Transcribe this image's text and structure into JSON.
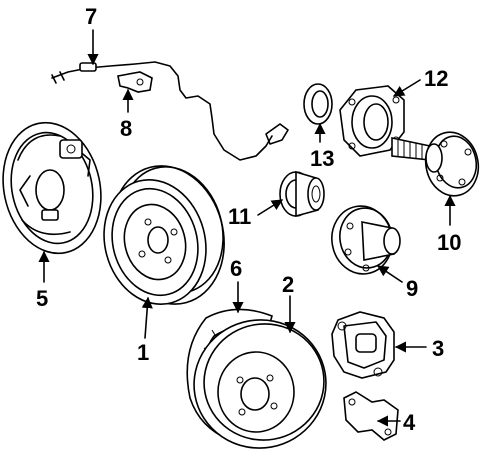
{
  "callouts": {
    "c1": "1",
    "c2": "2",
    "c3": "3",
    "c4": "4",
    "c5": "5",
    "c6": "6",
    "c7": "7",
    "c8": "8",
    "c9": "9",
    "c10": "10",
    "c11": "11",
    "c12": "12",
    "c13": "13"
  },
  "colors": {
    "ink": "#000000",
    "background": "#ffffff"
  }
}
